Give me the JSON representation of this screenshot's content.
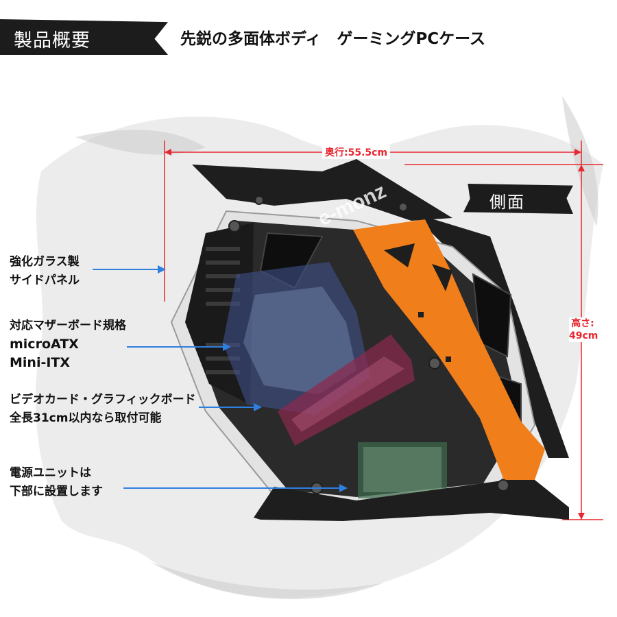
{
  "header": {
    "badge": "製品概要",
    "title": "先鋭の多面体ボディ　ゲーミングPCケース"
  },
  "view_badge": "側面",
  "watermark": "e-monz",
  "dimensions": {
    "depth": "奥行:55.5cm",
    "height_line1": "高さ:",
    "height_line2": "49cm"
  },
  "callouts": [
    {
      "lines": [
        "強化ガラス製",
        "サイドパネル"
      ]
    },
    {
      "lines": [
        "対応マザーボード規格",
        "microATX",
        "Mini-ITX"
      ]
    },
    {
      "lines": [
        "ビデオカード・グラフィックボード",
        "全長31cm以内なら取付可能"
      ]
    },
    {
      "lines": [
        "電源ユニットは",
        "下部に設置します"
      ]
    }
  ],
  "colors": {
    "accent_orange": "#f07e1a",
    "dimension_red": "#e8262f",
    "arrow_blue": "#2f7fe0",
    "case_black": "#1e1e1e",
    "motherboard_blue": "#3d4f88",
    "gpu_red": "#8c2a4d",
    "psu_green": "#3f6a4c"
  }
}
